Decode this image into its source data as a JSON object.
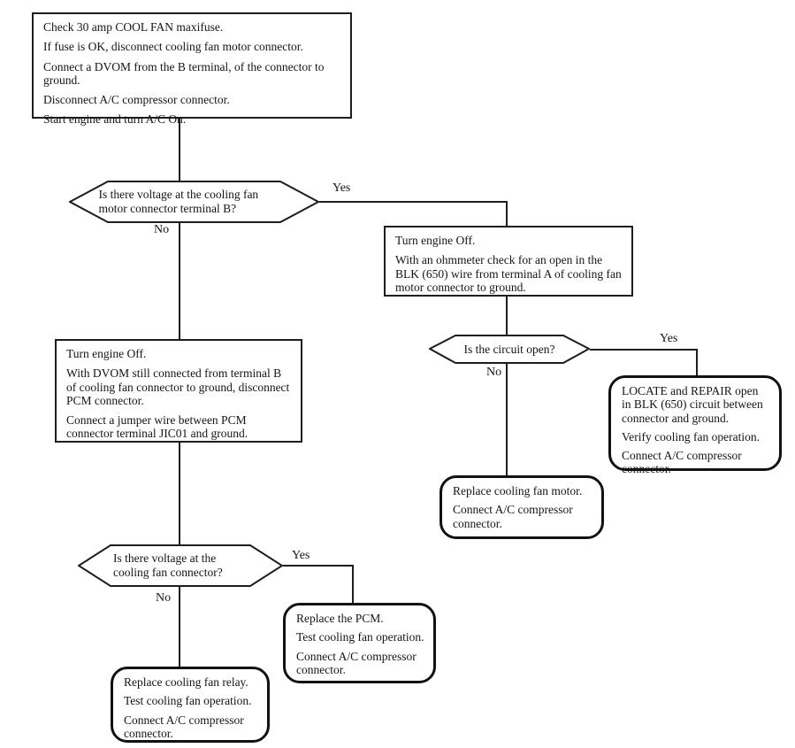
{
  "colors": {
    "line": "#1d1d1d",
    "background": "#ffffff"
  },
  "labels": {
    "yes": "Yes",
    "no": "No"
  },
  "nodes": {
    "start": {
      "lines": [
        "Check 30 amp COOL FAN maxifuse.",
        "If fuse is OK, disconnect cooling fan motor connector.",
        "Connect a DVOM from the B terminal, of the connector to ground.",
        "Disconnect A/C compressor connector.",
        "Start engine and turn A/C On."
      ]
    },
    "q_voltage_motor_b": {
      "question": "Is there voltage at the cooling fan motor connector terminal B?"
    },
    "ohmmeter_check": {
      "lines": [
        "Turn engine Off.",
        "With an ohmmeter check for an open in the BLK (650) wire from terminal A of cooling fan motor connector to ground."
      ]
    },
    "q_circuit_open": {
      "question": "Is the circuit open?"
    },
    "locate_repair": {
      "lines": [
        "LOCATE and REPAIR open in BLK (650) circuit between connector and ground.",
        "Verify cooling fan operation.",
        "Connect A/C compressor connector."
      ]
    },
    "replace_fan_motor": {
      "lines": [
        "Replace cooling fan motor.",
        "Connect A/C compressor connector."
      ]
    },
    "jumper_test": {
      "lines": [
        "Turn engine Off.",
        "With DVOM still connected from terminal B of cooling fan connector to ground, disconnect PCM connector.",
        "Connect a jumper wire between PCM connector terminal JIC01 and ground."
      ]
    },
    "q_voltage_fan_connector": {
      "question": "Is there voltage at the cooling fan connector?"
    },
    "replace_pcm": {
      "lines": [
        "Replace the PCM.",
        "Test cooling fan operation.",
        "Connect A/C compressor connector."
      ]
    },
    "replace_relay": {
      "lines": [
        "Replace cooling fan relay.",
        "Test cooling fan operation.",
        "Connect A/C compressor connector."
      ]
    }
  }
}
